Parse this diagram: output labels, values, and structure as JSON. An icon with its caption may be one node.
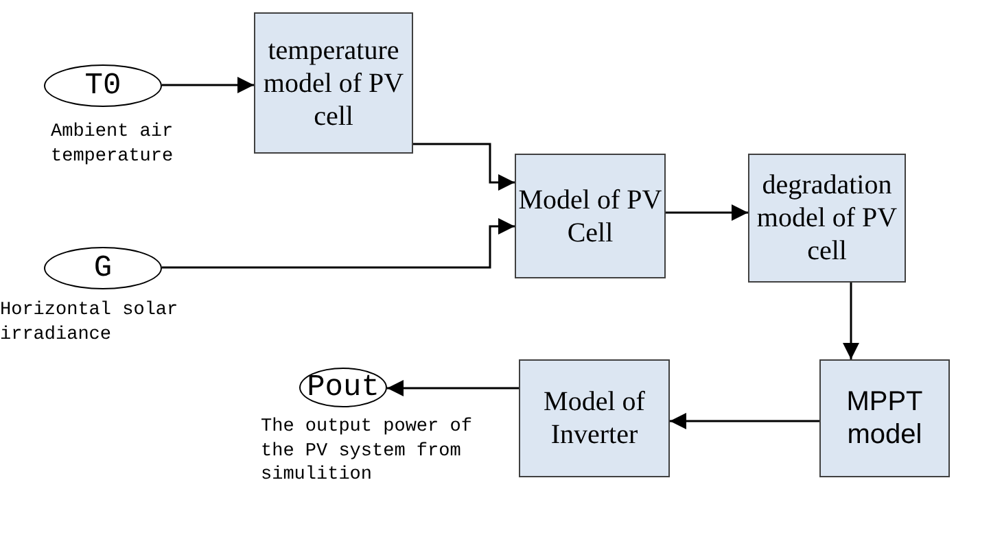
{
  "diagram": {
    "nodes": [
      {
        "text": [
          "T0"
        ],
        "beside": [
          "Ambient air temperature"
        ]
      },
      {
        "text": [
          "temperature model of PV cell"
        ]
      },
      {
        "text": [
          "G"
        ],
        "beside": [
          "Horizontal solar irradiance"
        ]
      },
      {
        "text": [
          "Model of PV Cell"
        ]
      },
      {
        "text": [
          "degradation model of PV cell"
        ]
      },
      {
        "text": [
          "MPPT model"
        ]
      },
      {
        "text": [
          "Model of Inverter"
        ]
      },
      {
        "text": [
          "Pout"
        ],
        "beside": [
          "The output power of the PV system from simulition"
        ]
      }
    ],
    "edges": [
      {
        "from": 0,
        "to": 1,
        "arrow": "to"
      },
      {
        "from": 1,
        "to": 3,
        "arrow": "to"
      },
      {
        "from": 2,
        "to": 3,
        "arrow": "to"
      },
      {
        "from": 3,
        "to": 4,
        "arrow": "to"
      },
      {
        "from": 4,
        "to": 5,
        "arrow": "to"
      },
      {
        "from": 5,
        "to": 6,
        "arrow": "to"
      },
      {
        "from": 6,
        "to": 7,
        "arrow": "to"
      }
    ]
  }
}
